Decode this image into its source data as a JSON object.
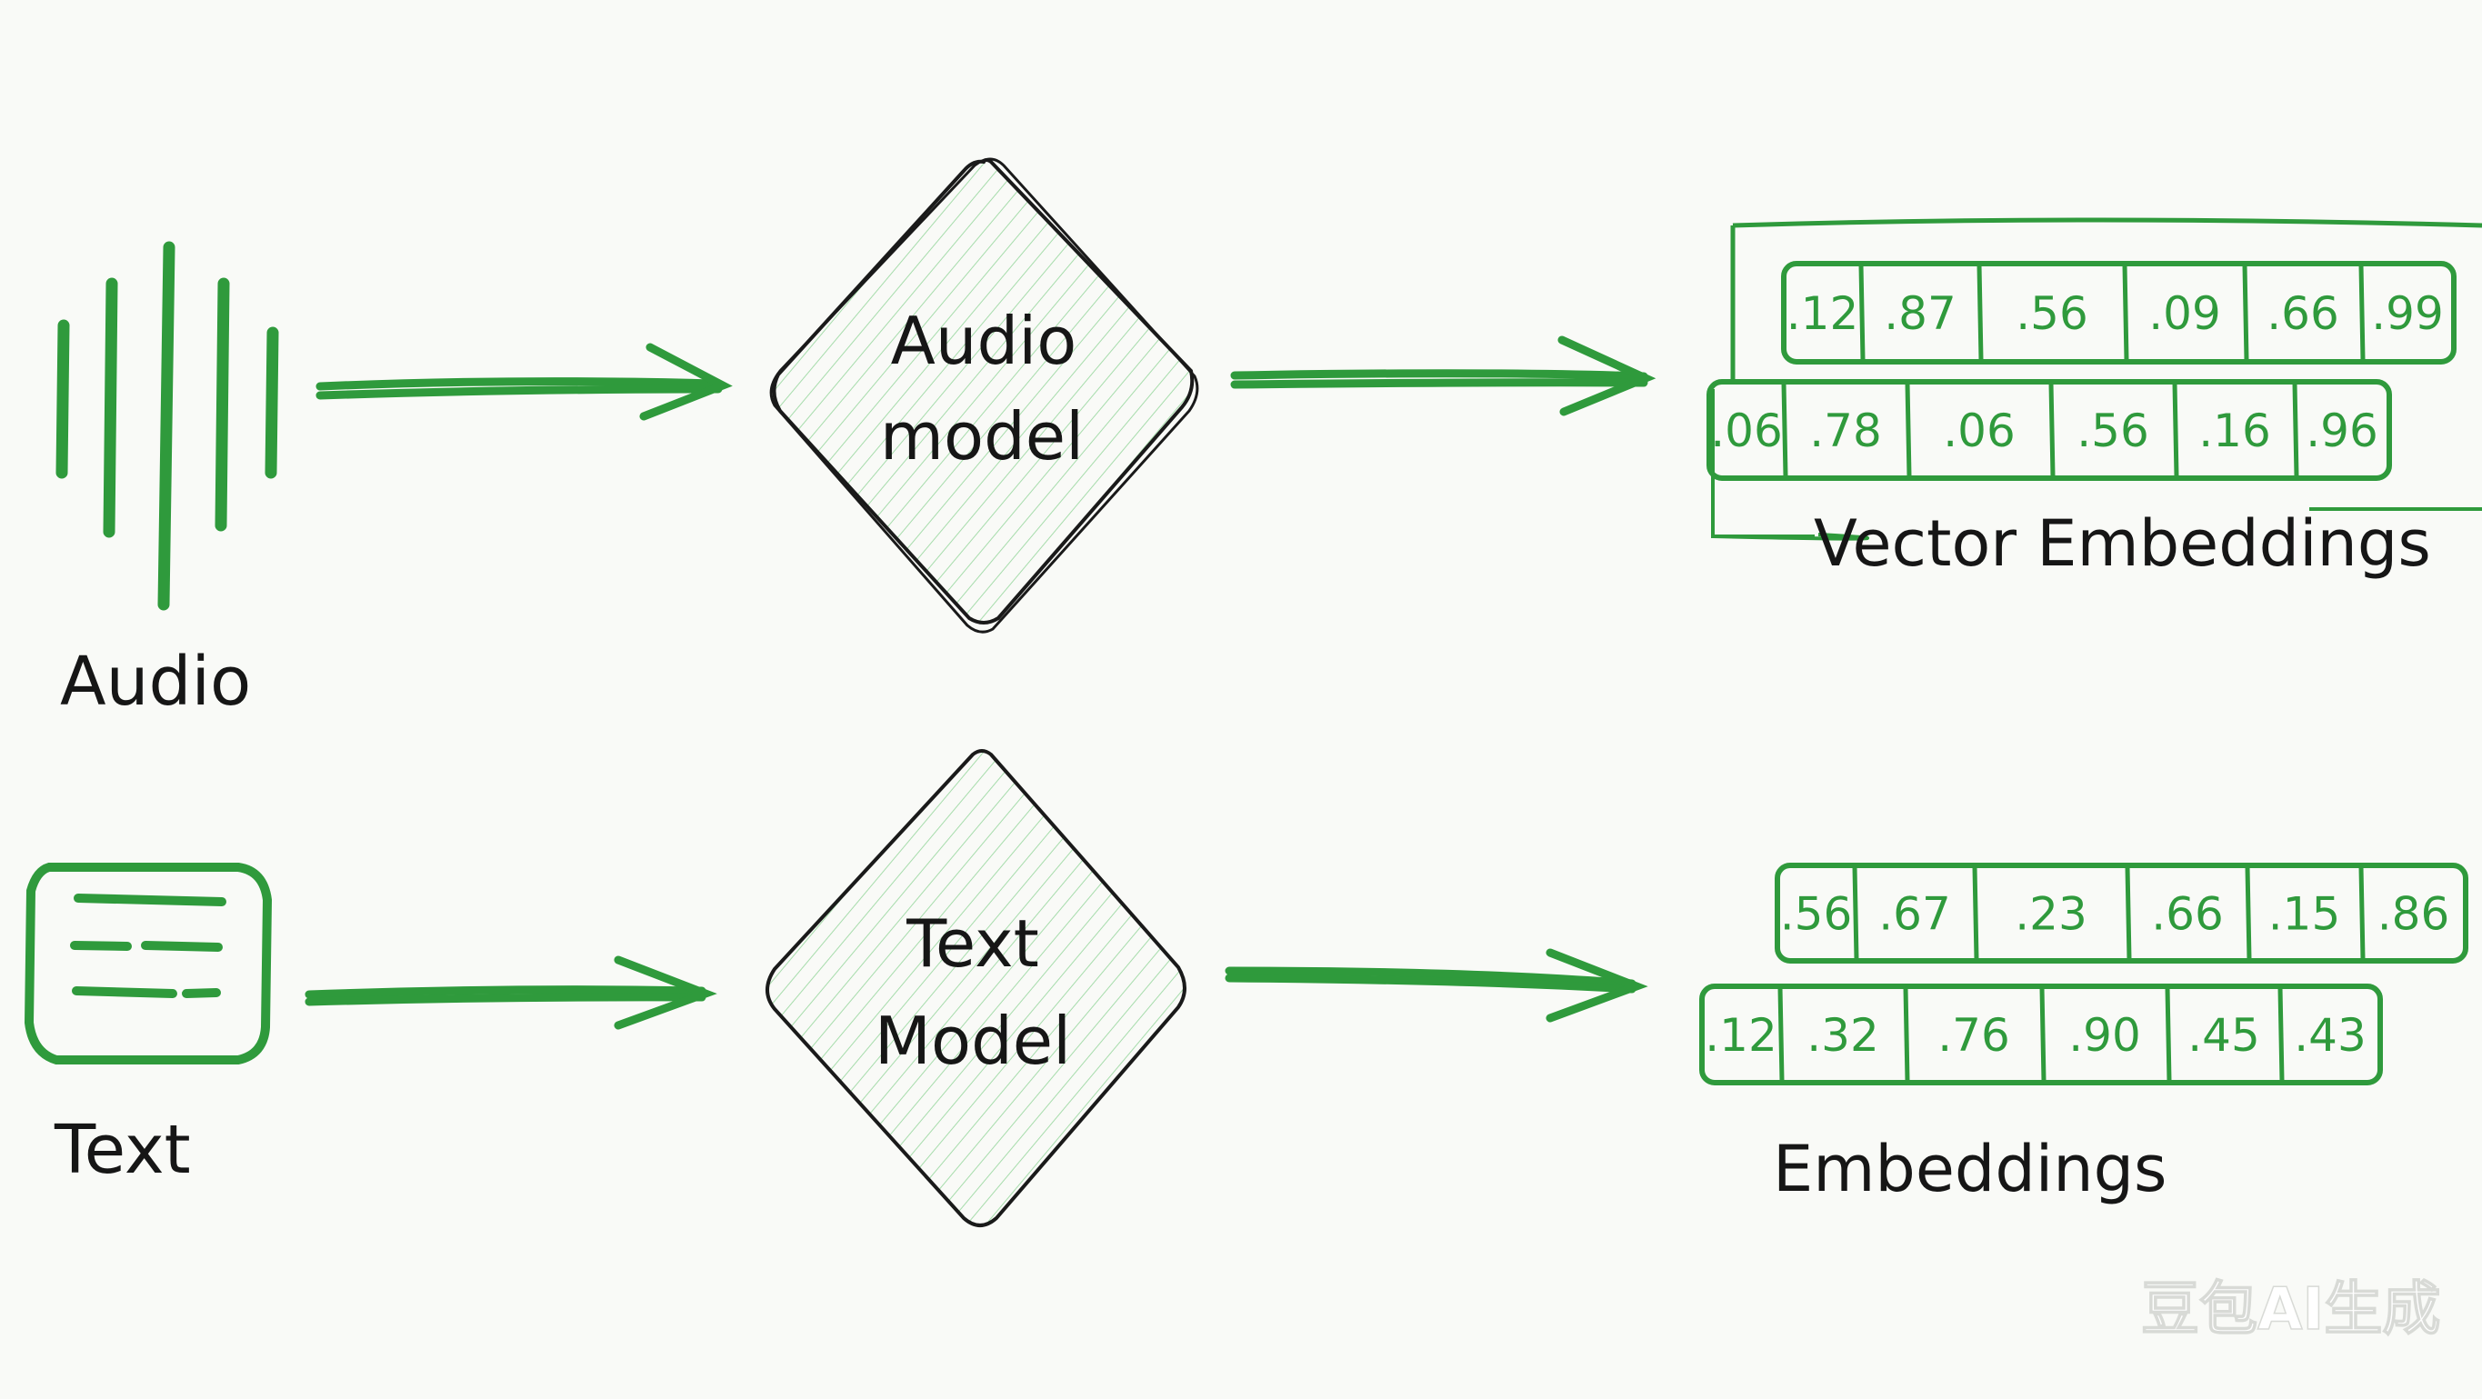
{
  "colors": {
    "background": "#f9faf7",
    "accent_green": "#2f9a3c",
    "hatch_green": "#9fd8a5",
    "ink": "#161616",
    "watermark": "#ffffff"
  },
  "inputs": {
    "audio": {
      "label": "Audio",
      "icon": "audio-waveform-icon"
    },
    "text": {
      "label": "Text",
      "icon": "text-document-icon"
    }
  },
  "models": {
    "audio": {
      "line1": "Audio",
      "line2": "model"
    },
    "text": {
      "line1": "Text",
      "line2": "Model"
    }
  },
  "outputs": {
    "audio": {
      "caption": "Vector Embeddings",
      "row1": [
        ".12",
        ".87",
        ".56",
        ".09",
        ".66",
        ".99"
      ],
      "row2": [
        ".06",
        ".78",
        ".06",
        ".56",
        ".16",
        ".96"
      ]
    },
    "text": {
      "caption": "Embeddings",
      "row1": [
        ".56",
        ".67",
        ".23",
        ".66",
        ".15",
        ".86"
      ],
      "row2": [
        ".12",
        ".32",
        ".76",
        ".90",
        ".45",
        ".43"
      ]
    }
  },
  "watermark": "豆包AI生成"
}
